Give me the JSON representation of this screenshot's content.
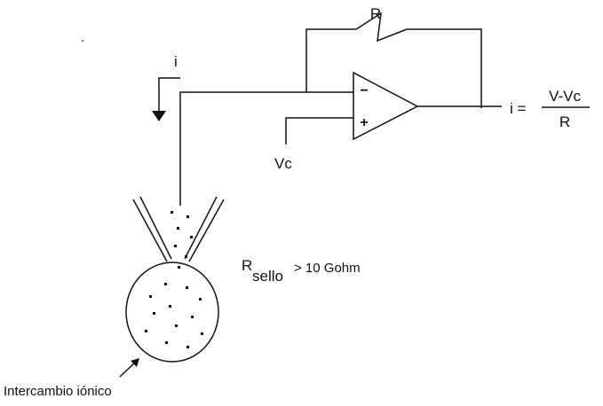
{
  "labels": {
    "current": "i",
    "feedback_resistor": "R",
    "minus_sign": "−",
    "plus_sign": "+",
    "command_voltage": "Vc",
    "output_lhs": "i =",
    "output_numerator": "V-Vc",
    "output_denominator": "R",
    "seal_symbol": "R",
    "seal_subscript": "sello",
    "seal_value": "> 10 Gohm",
    "exchange_caption": "Intercambio iónico"
  },
  "colors": {
    "ink": "#111111",
    "background": "#ffffff"
  }
}
